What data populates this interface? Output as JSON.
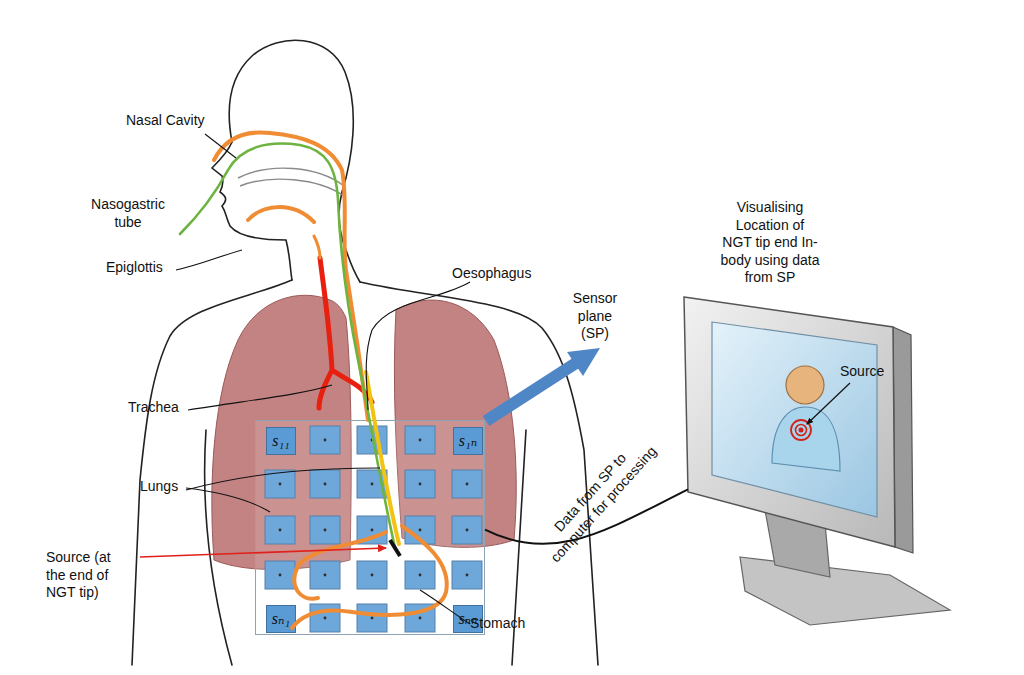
{
  "diagram": {
    "nodes": [
      {
        "text": [
          "Sensor plane (SP)"
        ]
      },
      {
        "text": [
          "s₁₁"
        ],
        "in": 0
      },
      {
        "text": [
          "s₁ₙ"
        ],
        "in": 0
      },
      {
        "text": [
          "sₙ₁"
        ],
        "in": 0
      },
      {
        "text": [
          "sₙₙ"
        ],
        "in": 0
      },
      {
        "text": [
          "Visualising Location of NGT tip end In-body using data from SP",
          "Source"
        ]
      }
    ],
    "edges": [
      {
        "from": 0,
        "to": 5,
        "arrow": "none",
        "label": "Data from SP to computer for processing"
      }
    ],
    "labels": [
      "Nasal Cavity",
      "Nasogastric tube",
      "Epiglottis",
      "Oesophagus",
      "Trachea",
      "Lungs",
      "Source (at the end of NGT tip)",
      "Stomach"
    ]
  }
}
